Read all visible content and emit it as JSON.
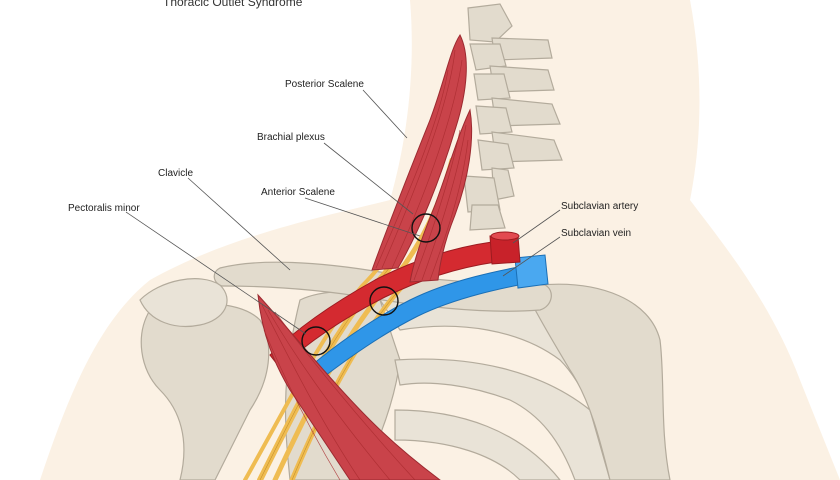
{
  "title": "Thoracic Outlet Syndrome",
  "labels": {
    "posterior_scalene": "Posterior Scalene",
    "brachial_plexus": "Brachial plexus",
    "clavicle": "Clavicle",
    "anterior_scalene": "Anterior Scalene",
    "pectoralis_minor": "Pectoralis minor",
    "subclavian_artery": "Subclavian artery",
    "subclavian_vein": "Subclavian vein"
  },
  "colors": {
    "skin": "#fbf1e4",
    "bone": "#e2dbcd",
    "muscle": "#c9434a",
    "artery": "#d42a30",
    "vein": "#2f96e8",
    "nerve": "#efbc52",
    "compression_circle": "#111111"
  }
}
